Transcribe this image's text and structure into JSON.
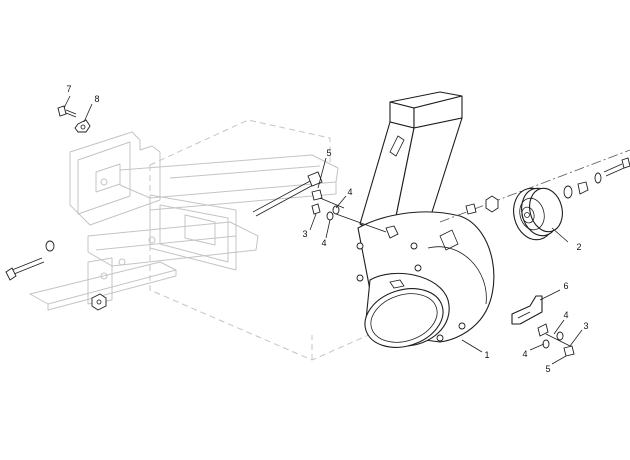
{
  "callouts": {
    "c7": "7",
    "c8": "8",
    "c5a": "5",
    "c4a": "4",
    "c3a": "3",
    "c4b": "4",
    "c2": "2",
    "c6": "6",
    "c4c": "4",
    "c3b": "3",
    "c4d": "4",
    "c5b": "5",
    "c1": "1"
  }
}
